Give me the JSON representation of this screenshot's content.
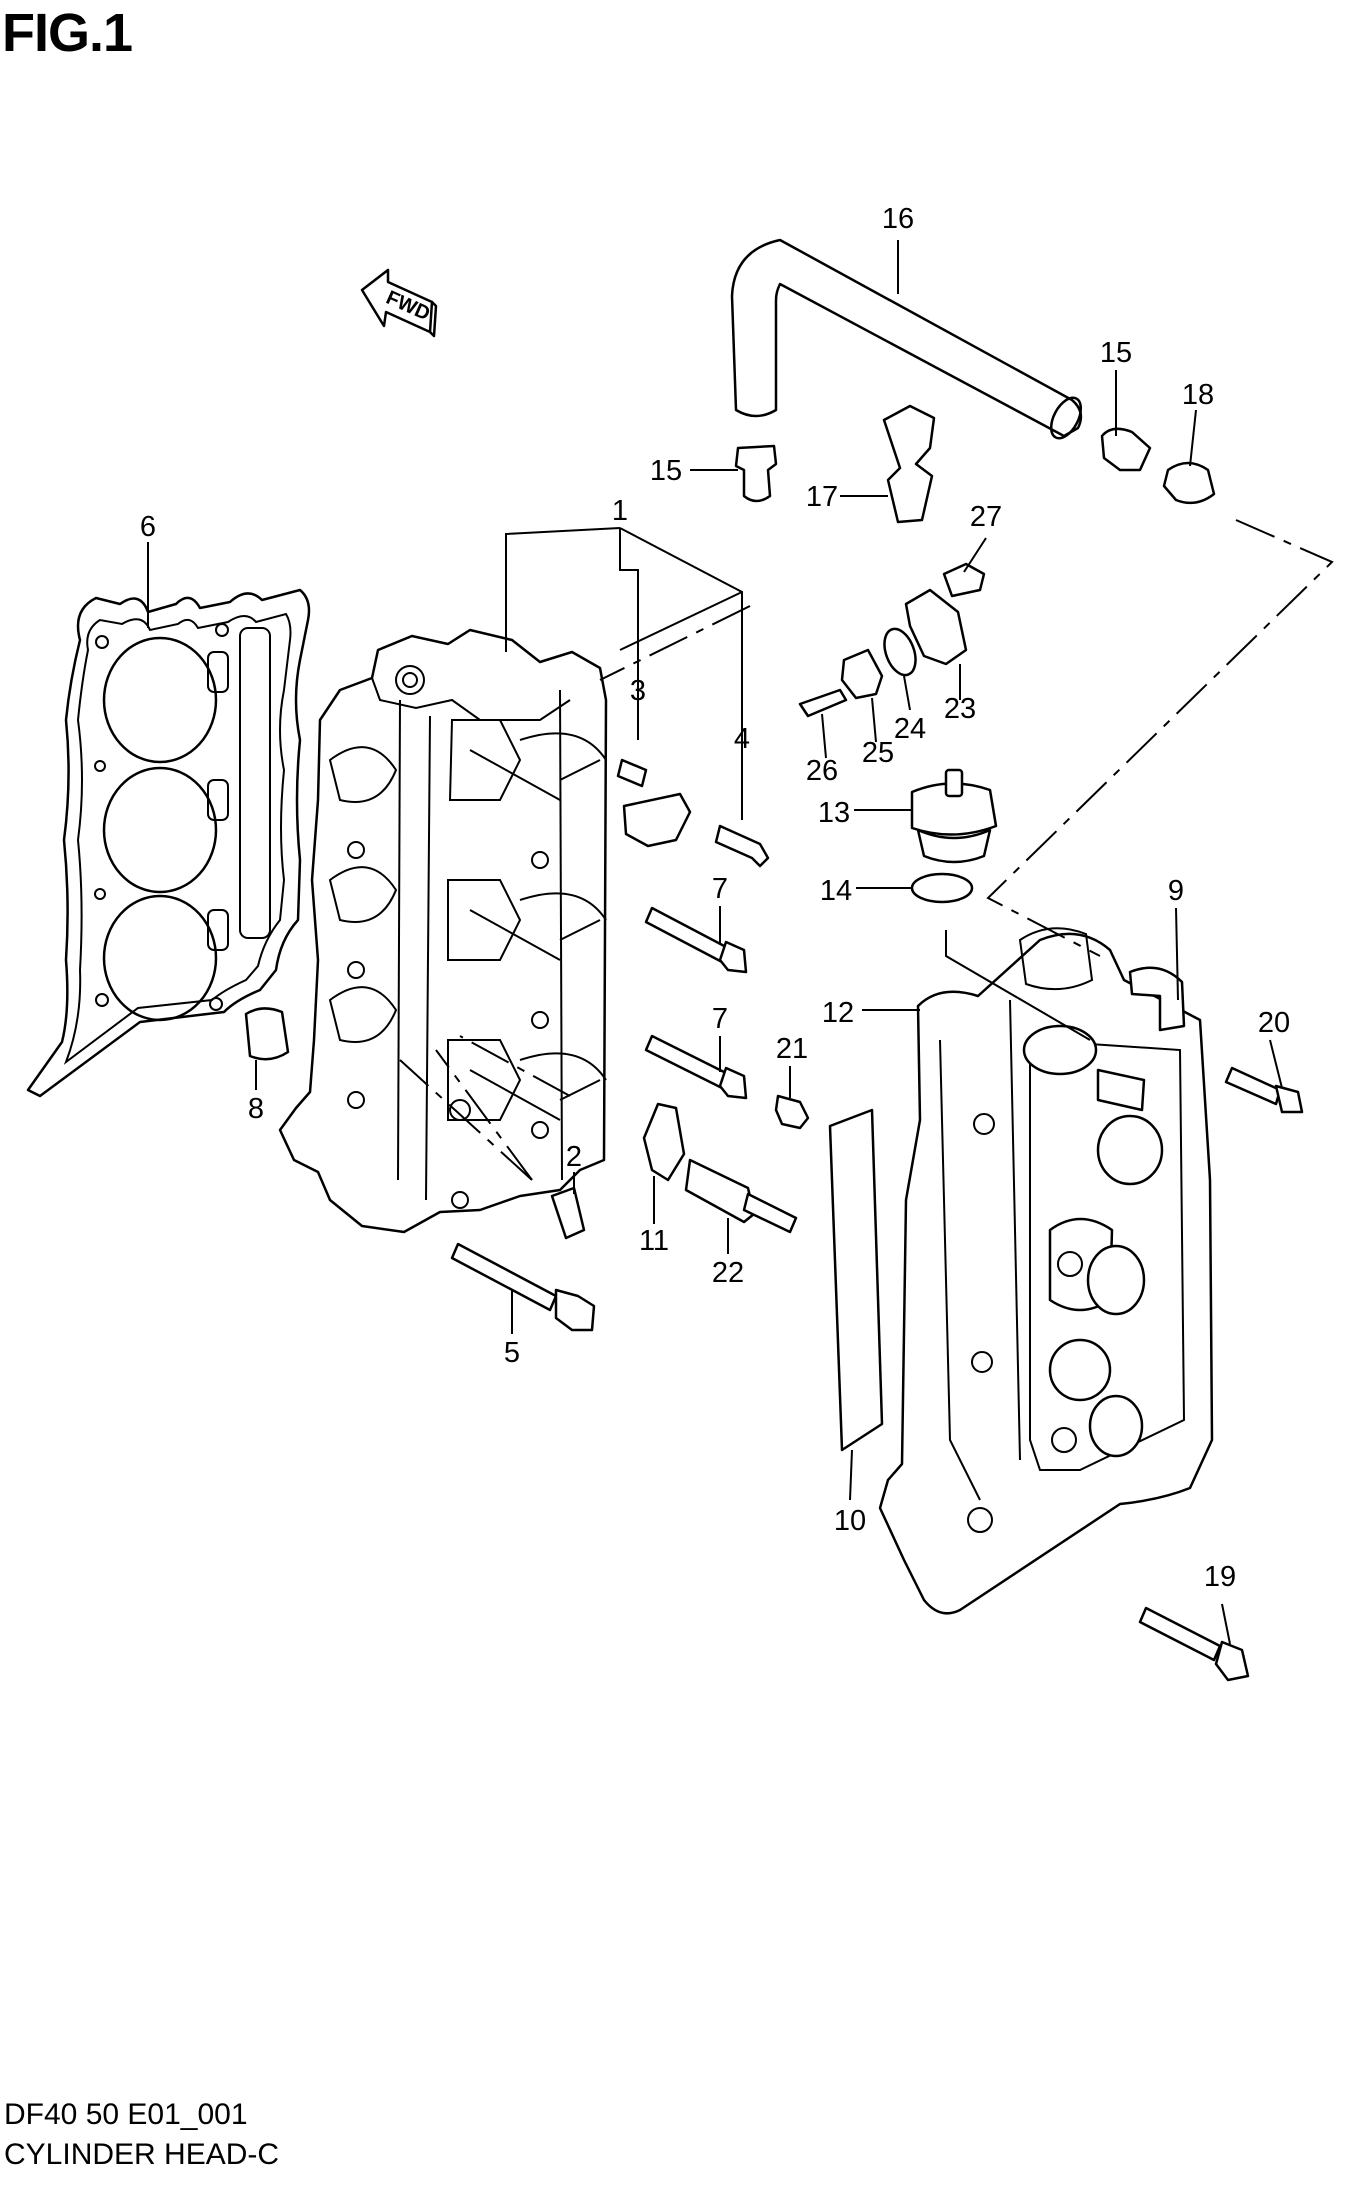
{
  "figure": {
    "title": "FIG.1",
    "code": "DF40 50 E01_001",
    "name": "CYLINDER HEAD-C",
    "direction_label": "FWD"
  },
  "callouts": [
    "1",
    "2",
    "3",
    "4",
    "5",
    "6",
    "7",
    "7",
    "8",
    "9",
    "10",
    "11",
    "12",
    "13",
    "14",
    "15",
    "15",
    "16",
    "17",
    "18",
    "19",
    "20",
    "21",
    "22",
    "23",
    "24",
    "25",
    "26",
    "27"
  ]
}
